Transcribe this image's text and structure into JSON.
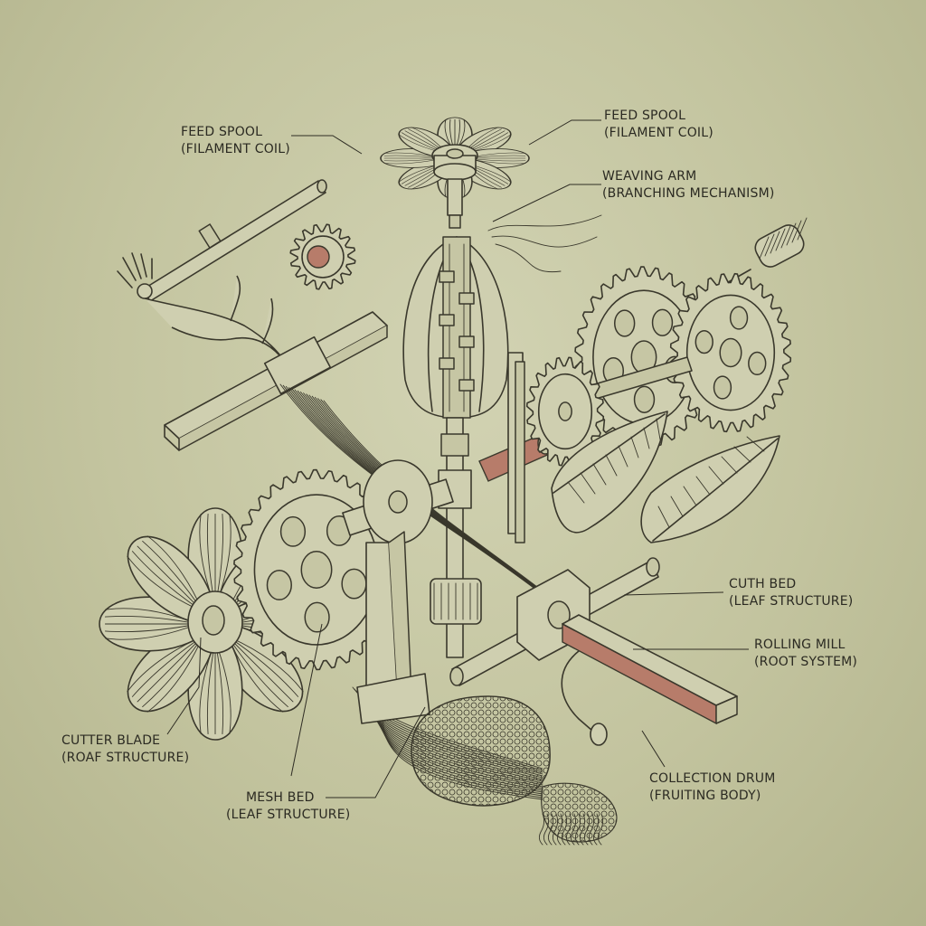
{
  "labels": {
    "feed_spool_left": {
      "line1": "FEED SPOOL",
      "line2": "(FILAMENT COIL)"
    },
    "feed_spool_right": {
      "line1": "FEED SPOOL",
      "line2": "(FILAMENT COIL)"
    },
    "weaving_arm": {
      "line1": "WEAVING ARM",
      "line2": "(BRANCHING MECHANISM)"
    },
    "cuth_bed": {
      "line1": "CUTH BED",
      "line2": "(LEAF STRUCTURE)"
    },
    "rolling_mill": {
      "line1": "ROLLING MILL",
      "line2": "(ROOT SYSTEM)"
    },
    "collection_drum": {
      "line1": "COLLECTION DRUM",
      "line2": "(FRUITING BODY)"
    },
    "cutter_blade": {
      "line1": "CUTTER BLADE",
      "line2": "(ROAF STRUCTURE)"
    },
    "mesh_bed": {
      "line1": "MESH BED",
      "line2": "(LEAF STRUCTURE)"
    }
  },
  "colors": {
    "paper": "#c6c7a3",
    "ink": "#3a382c",
    "accent": "#b77c6a"
  }
}
